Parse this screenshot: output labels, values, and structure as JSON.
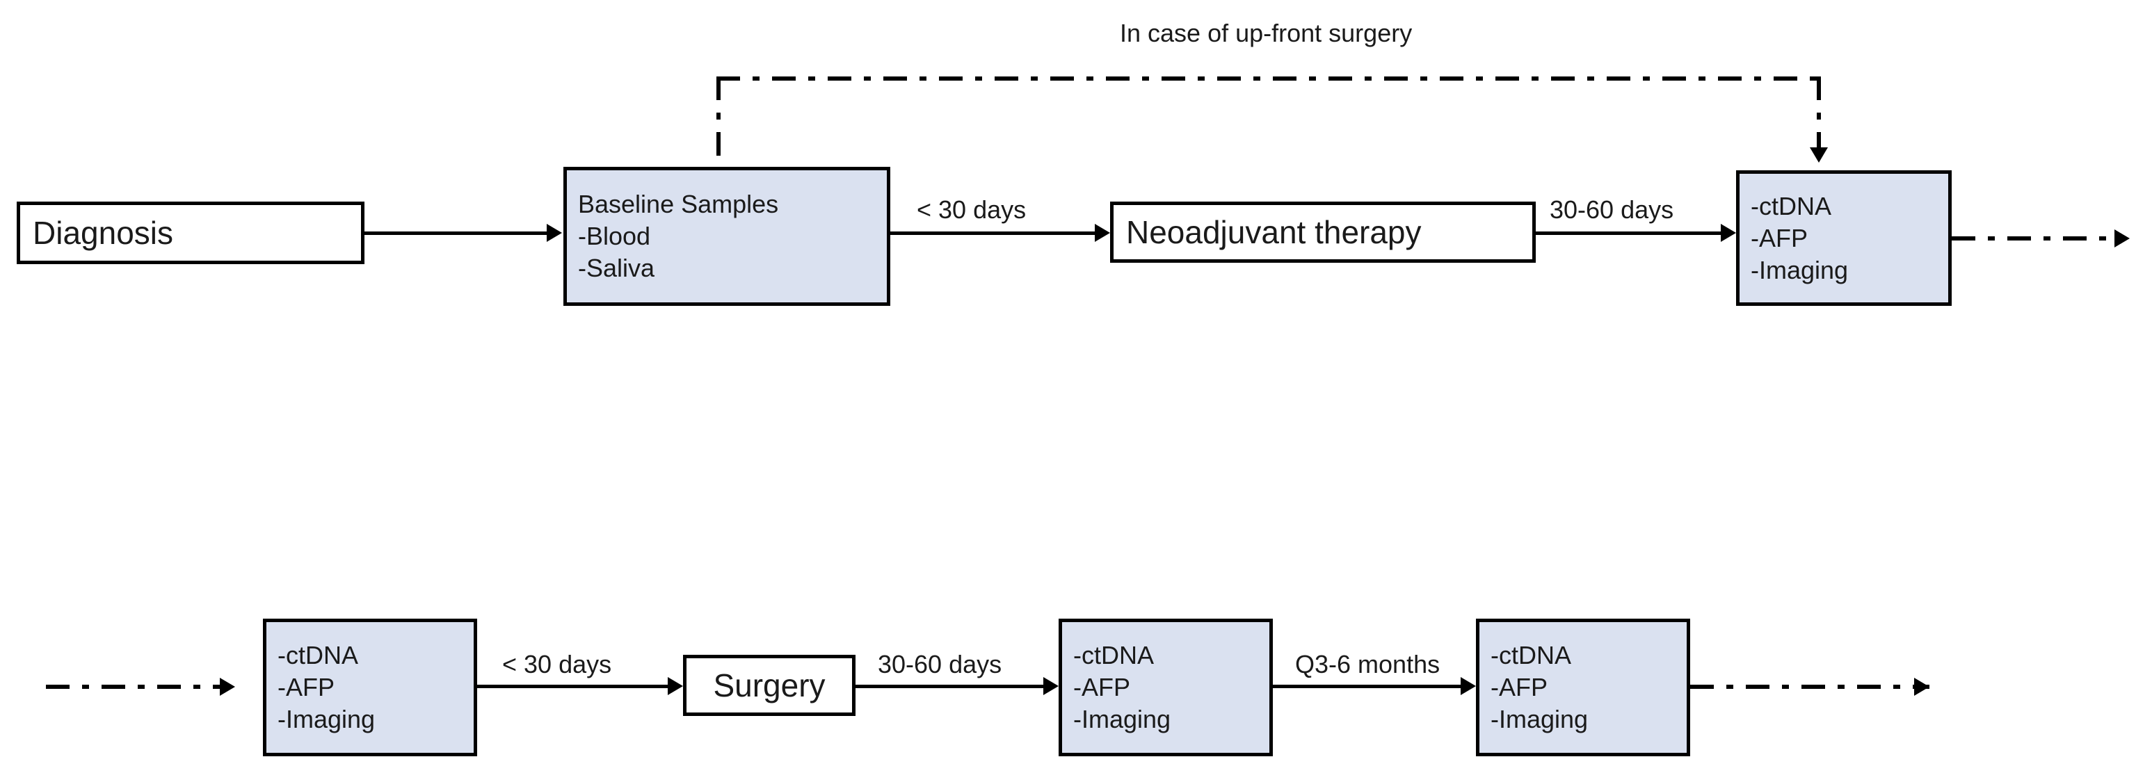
{
  "diagram": {
    "title": "In case of up-front surgery",
    "colors": {
      "node_fill_highlight": "#dae1f0",
      "node_fill_plain": "#ffffff",
      "node_border": "#000000",
      "connector": "#000000",
      "text": "#1a1a1a"
    },
    "annotations": {
      "upfront_surgery": "In case of up-front surgery"
    },
    "nodes": {
      "diagnosis": {
        "lines": [
          "Diagnosis"
        ]
      },
      "baseline_samples": {
        "title": "Baseline Samples",
        "lines": [
          "Baseline Samples",
          "-Blood",
          "-Saliva"
        ]
      },
      "neoadjuvant_therapy": {
        "lines": [
          "Neoadjuvant therapy"
        ]
      },
      "assessment_post_neoadjuvant": {
        "lines": [
          "-ctDNA",
          "-AFP",
          "-Imaging"
        ]
      },
      "assessment_pre_surgery": {
        "lines": [
          "-ctDNA",
          "-AFP",
          "-Imaging"
        ]
      },
      "surgery": {
        "lines": [
          "Surgery"
        ]
      },
      "assessment_post_surgery": {
        "lines": [
          "-ctDNA",
          "-AFP",
          "-Imaging"
        ]
      },
      "assessment_surveillance": {
        "lines": [
          "-ctDNA",
          "-AFP",
          "-Imaging"
        ]
      }
    },
    "edges": {
      "diagnosis_to_baseline": {
        "label": ""
      },
      "baseline_to_neoadjuvant": {
        "label": "< 30 days"
      },
      "neoadjuvant_to_assessment": {
        "label": "30-60 days"
      },
      "assessment_to_continuation": {
        "label": ""
      },
      "continuation_to_presurgery": {
        "label": ""
      },
      "presurgery_to_surgery": {
        "label": "< 30 days"
      },
      "surgery_to_postsurgery": {
        "label": "30-60 days"
      },
      "postsurgery_to_surveillance": {
        "label": "Q3-6 months"
      },
      "surveillance_onward": {
        "label": ""
      }
    }
  }
}
